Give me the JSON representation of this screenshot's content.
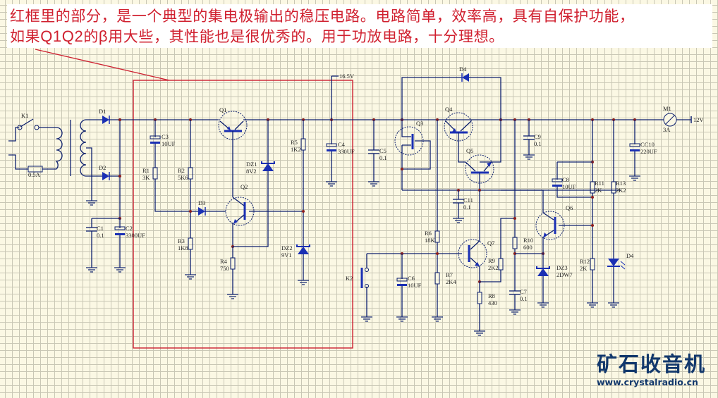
{
  "caption": {
    "line1": "红框里的部分，是一个典型的集电极输出的稳压电路。电路简单，效率高，具有自保护功能，",
    "line2_prefix": "如果",
    "line2_highlight1": "Q1Q2",
    "line2_mid": "的",
    "line2_highlight2": "β",
    "line2_suffix": "用大些，其性能也是很优秀的。用于功放电路，十分理想。"
  },
  "colors": {
    "caption_text": "#d0202f",
    "highlight_box": "#cc2030",
    "wire": "#0c1f6e",
    "component_fill": "#1a2fb4",
    "junction": "#8b1d1d",
    "logo": "#12386c",
    "background": "#fbf8e4"
  },
  "components": {
    "K1": {
      "ref": "K1"
    },
    "fuse": {
      "value": "0.5A"
    },
    "D1": {
      "ref": "D1"
    },
    "D2": {
      "ref": "D2"
    },
    "C1": {
      "ref": "C1",
      "value": "0.1"
    },
    "C2": {
      "ref": "C2",
      "value": "3300UF"
    },
    "C3": {
      "ref": "C3",
      "value": "10UF"
    },
    "R1": {
      "ref": "R1",
      "value": "3K"
    },
    "R2": {
      "ref": "R2",
      "value": "5K6"
    },
    "R3": {
      "ref": "R3",
      "value": "1K8"
    },
    "D3": {
      "ref": "D3"
    },
    "Q1": {
      "ref": "Q1"
    },
    "Q2": {
      "ref": "Q2"
    },
    "R4": {
      "ref": "R4",
      "value": "750"
    },
    "DZ1": {
      "ref": "DZ1",
      "value": "8V2"
    },
    "R5": {
      "ref": "R5",
      "value": "1K2"
    },
    "DZ2": {
      "ref": "DZ2",
      "value": "9V1"
    },
    "C4": {
      "ref": "C4",
      "value": "330UF"
    },
    "test_point": {
      "value": "16.5V"
    },
    "C5": {
      "ref": "C5",
      "value": "0.1"
    },
    "Q3": {
      "ref": "Q3"
    },
    "D4_top": {
      "ref": "D4"
    },
    "Q4": {
      "ref": "Q4"
    },
    "Q5": {
      "ref": "Q5"
    },
    "C11": {
      "ref": "C11",
      "value": "0.1"
    },
    "K2": {
      "ref": "K2"
    },
    "C6": {
      "ref": "C6",
      "value": "10UF"
    },
    "R6": {
      "ref": "R6",
      "value": "18K"
    },
    "R7": {
      "ref": "R7",
      "value": "2K4"
    },
    "Q7": {
      "ref": "Q7"
    },
    "R9": {
      "ref": "R9",
      "value": "2K2"
    },
    "R8": {
      "ref": "R8",
      "value": "430"
    },
    "R10": {
      "ref": "R10",
      "value": "600"
    },
    "C7": {
      "ref": "C7",
      "value": "0.1"
    },
    "C9": {
      "ref": "C9",
      "value": "0.1"
    },
    "C8": {
      "ref": "C8",
      "value": "10UF"
    },
    "Q6": {
      "ref": "Q6"
    },
    "DZ3": {
      "ref": "DZ3",
      "value": "2DW7"
    },
    "R11": {
      "ref": "R11",
      "value": "2K"
    },
    "R12": {
      "ref": "R12",
      "value": "2K"
    },
    "R13": {
      "ref": "R13",
      "value": "2K2"
    },
    "D4_led": {
      "ref": "D4"
    },
    "CC10": {
      "ref": "CC10",
      "value": "220UF"
    },
    "M1": {
      "ref": "M1",
      "value": "3A"
    },
    "output": {
      "value": "12V"
    }
  },
  "logo": {
    "title": "矿石收音机",
    "url": "www.crystalradio.cn"
  }
}
